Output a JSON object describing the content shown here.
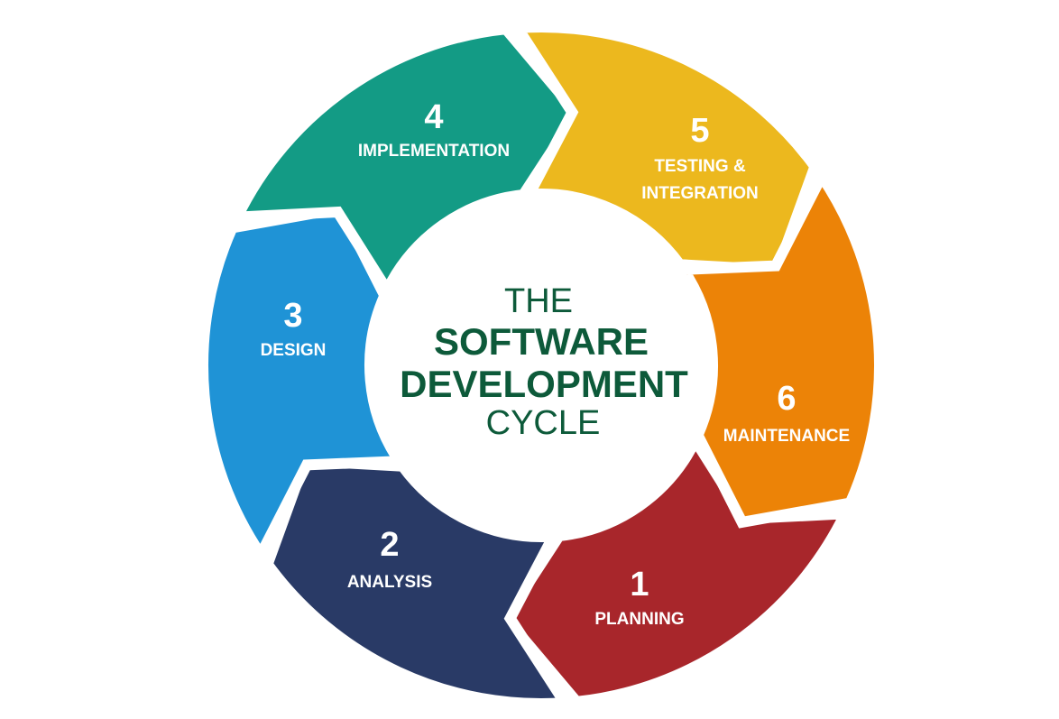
{
  "center": {
    "line1": "THE",
    "line2": "SOFTWARE",
    "line3": "DEVELOPMENT",
    "line4": "CYCLE",
    "color": "#0d5a3a"
  },
  "stages": [
    {
      "number": "1",
      "lines": [
        "PLANNING"
      ],
      "color": "#a8262b"
    },
    {
      "number": "2",
      "lines": [
        "ANALYSIS"
      ],
      "color": "#293a66"
    },
    {
      "number": "3",
      "lines": [
        "DESIGN"
      ],
      "color": "#1f93d6"
    },
    {
      "number": "4",
      "lines": [
        "IMPLEMENTATION"
      ],
      "color": "#139b85"
    },
    {
      "number": "5",
      "lines": [
        "TESTING &",
        "INTEGRATION"
      ],
      "color": "#ecb81e"
    },
    {
      "number": "6",
      "lines": [
        "MAINTENANCE"
      ],
      "color": "#ec8307"
    }
  ]
}
